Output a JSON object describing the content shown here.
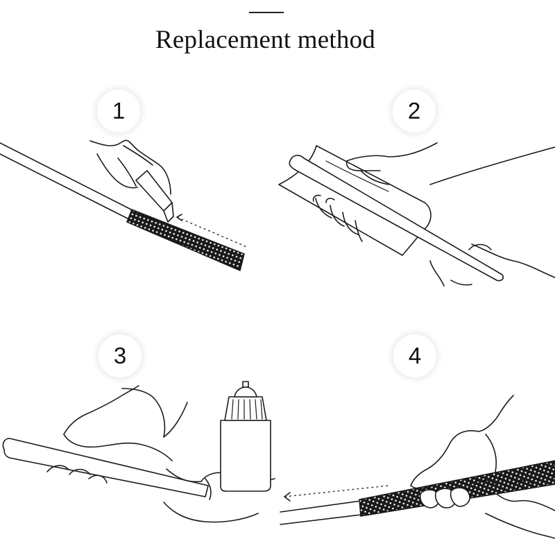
{
  "title": "Replacement method",
  "steps": [
    {
      "number": "1",
      "icon": "cut-old-grip-illustration"
    },
    {
      "number": "2",
      "icon": "apply-tape-illustration"
    },
    {
      "number": "3",
      "icon": "apply-solvent-illustration"
    },
    {
      "number": "4",
      "icon": "slide-new-grip-illustration"
    }
  ]
}
